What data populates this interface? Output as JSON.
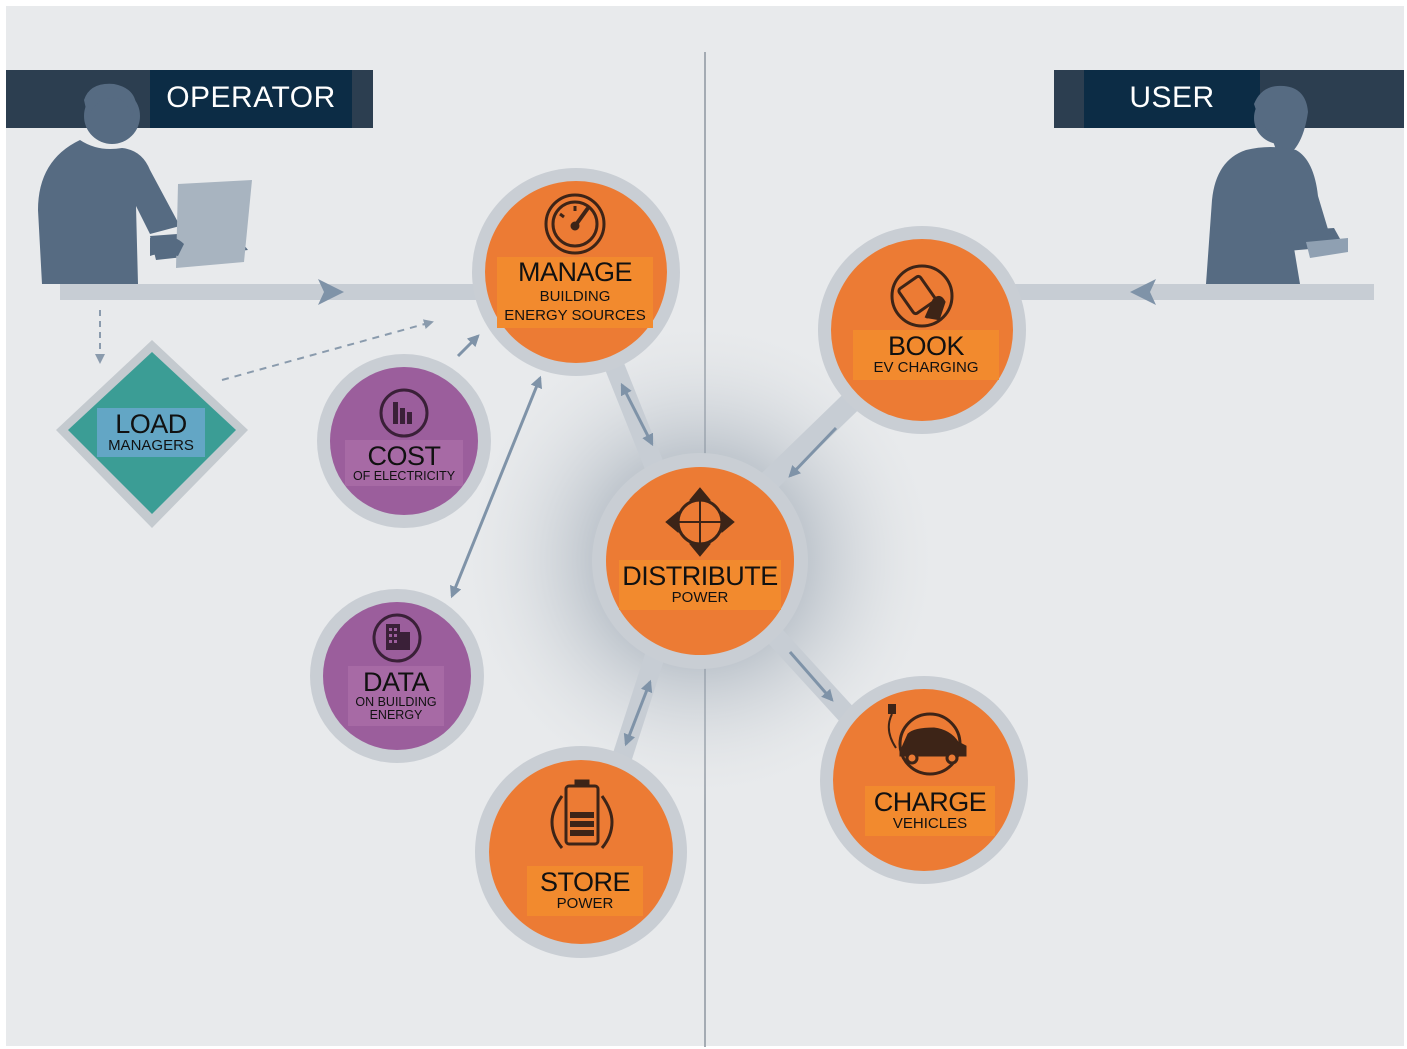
{
  "header": {
    "operator_label": "OPERATOR",
    "user_label": "USER"
  },
  "nodes": {
    "manage": {
      "title": "MANAGE",
      "subtitle_line1": "BUILDING",
      "subtitle_line2": "ENERGY SOURCES",
      "icon": "gauge-icon"
    },
    "book": {
      "title": "BOOK",
      "subtitle": "EV CHARGING",
      "icon": "touch-device-icon"
    },
    "distribute": {
      "title": "DISTRIBUTE",
      "subtitle": "POWER",
      "icon": "four-way-arrows-icon"
    },
    "store": {
      "title": "STORE",
      "subtitle": "POWER",
      "icon": "battery-icon"
    },
    "charge": {
      "title": "CHARGE",
      "subtitle": "VEHICLES",
      "icon": "electric-car-icon"
    },
    "cost": {
      "title": "COST",
      "subtitle": "OF ELECTRICITY",
      "icon": "bar-chart-icon"
    },
    "data": {
      "title": "DATA",
      "subtitle_line1": "ON BUILDING",
      "subtitle_line2": "ENERGY",
      "icon": "building-icon"
    },
    "load": {
      "title": "LOAD",
      "subtitle": "MANAGERS"
    }
  },
  "colors": {
    "orange": "#ec7b34",
    "purple": "#9b5e9c",
    "teal": "#3b9d95",
    "navy": "#0c2c45",
    "silhouette": "#566b82",
    "connector": "#c7cdd4",
    "background": "#e8eaec"
  }
}
